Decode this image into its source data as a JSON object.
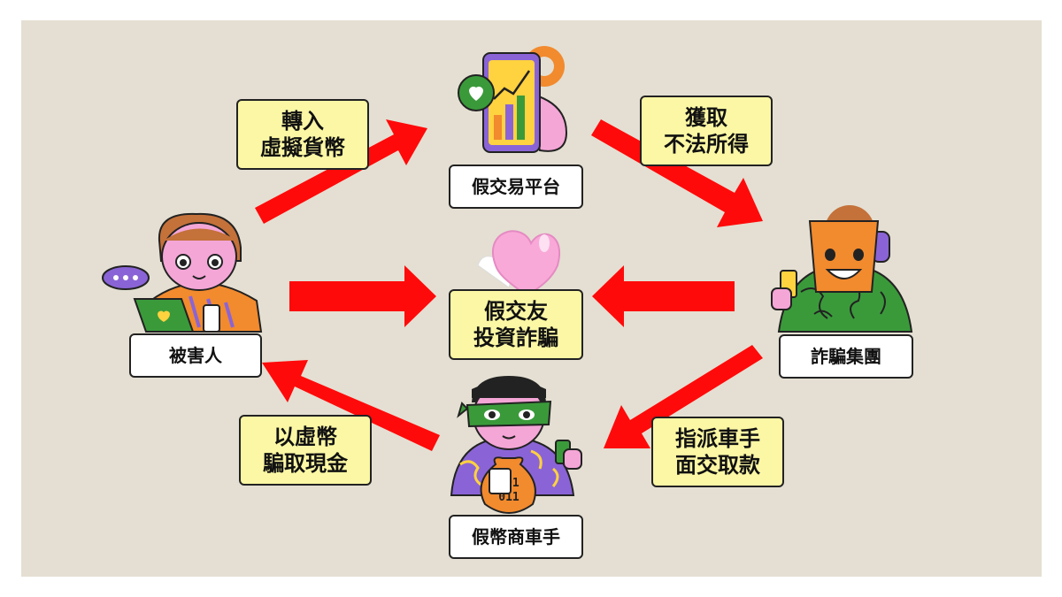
{
  "nodes": {
    "victim": "被害人",
    "platform": "假交易平台",
    "syndicate": "詐騙集團",
    "dealer": "假幣商車手",
    "scam": {
      "line1": "假交友",
      "line2": "投資詐騙"
    }
  },
  "arrow_labels": {
    "victim_to_platform": {
      "line1": "轉入",
      "line2": "虛擬貨幣"
    },
    "platform_to_syndicate": {
      "line1": "獲取",
      "line2": "不法所得"
    },
    "syndicate_to_dealer": {
      "line1": "指派車手",
      "line2": "面交取款"
    },
    "dealer_to_victim": {
      "line1": "以虛幣",
      "line2": "騙取現金"
    }
  },
  "colors": {
    "background": "#e4dfd2",
    "arrow": "#ff0a0a",
    "label_box": "#fbf7a4",
    "node_box": "#ffffff"
  },
  "icons": {
    "victim": "person-with-laptop-icon",
    "platform": "phone-trading-chart-icon",
    "syndicate": "masked-person-with-phone-icon",
    "dealer": "bandit-with-money-bag-icon",
    "scam": "pink-heart-icon"
  }
}
